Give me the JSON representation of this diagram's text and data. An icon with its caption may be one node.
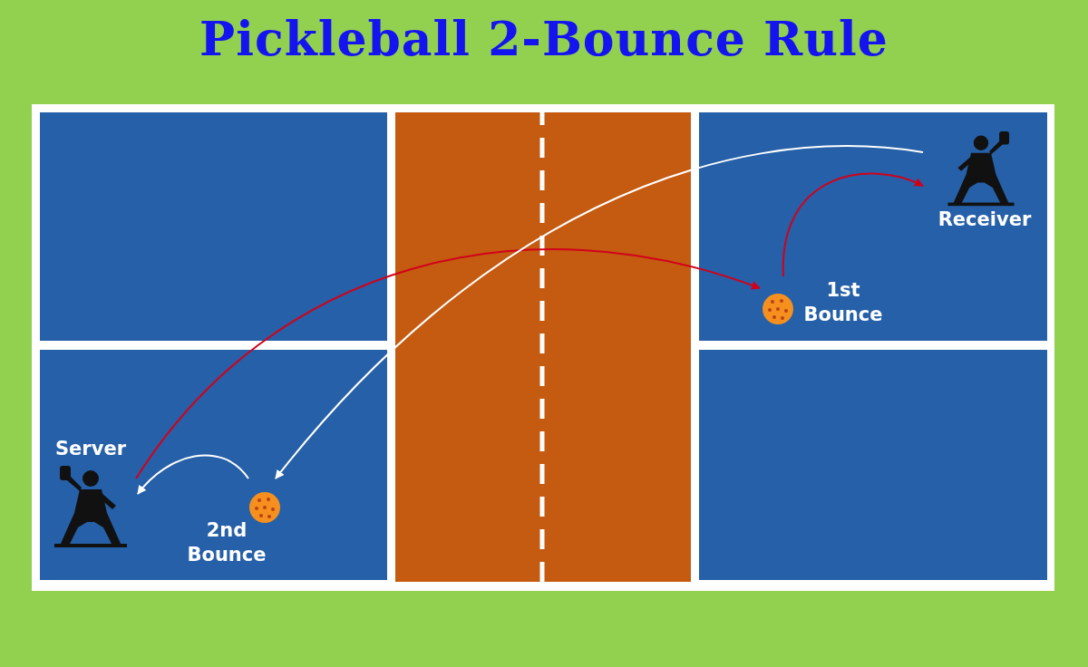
{
  "diagram": {
    "title": "Pickleball 2-Bounce Rule",
    "nodes": [
      {
        "text": [
          "Server"
        ]
      },
      {
        "text": [
          "Receiver"
        ]
      },
      {
        "text": [
          "1st Bounce"
        ]
      },
      {
        "text": [
          "2nd Bounce"
        ]
      }
    ],
    "edges": [
      {
        "from": 0,
        "to": 2,
        "arrow": "to",
        "color": "#d0021b"
      },
      {
        "from": 2,
        "to": 1,
        "arrow": "to",
        "color": "#d0021b"
      },
      {
        "from": 1,
        "to": 3,
        "arrow": "to",
        "color": "#ffffff"
      },
      {
        "from": 3,
        "to": 0,
        "arrow": "to",
        "color": "#ffffff"
      }
    ]
  }
}
